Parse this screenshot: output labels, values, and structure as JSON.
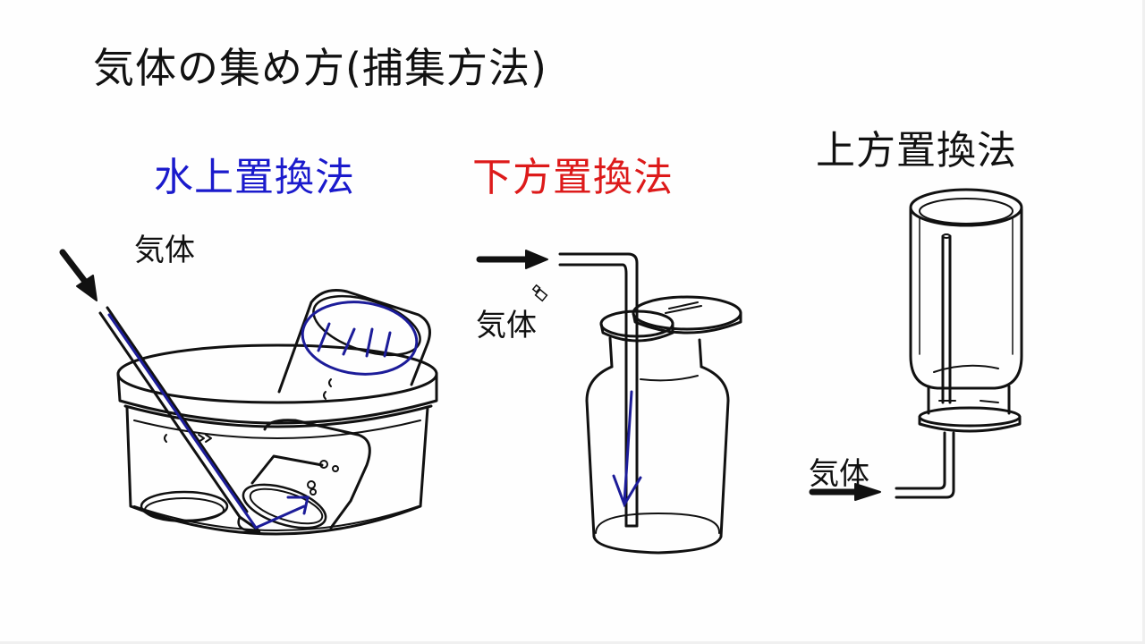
{
  "slide": {
    "title": "気体の集め方(捕集方法)",
    "colors": {
      "background": "#fefefe",
      "text": "#111111",
      "water_method": "#1a1acc",
      "downward_method": "#dd1a1a",
      "upward_method": "#111111",
      "annotation_pen": "#1c1c99"
    },
    "methods": [
      {
        "id": "water",
        "label": "水上置換法",
        "gas_label": "気体",
        "icon": "water-displacement-apparatus-icon"
      },
      {
        "id": "downward",
        "label": "下方置換法",
        "gas_label": "気体",
        "icon": "downward-displacement-bottle-icon"
      },
      {
        "id": "upward",
        "label": "上方置換法",
        "gas_label": "気体",
        "icon": "upward-displacement-bottle-icon"
      }
    ],
    "cursor_icon": "pen-cursor-icon"
  }
}
